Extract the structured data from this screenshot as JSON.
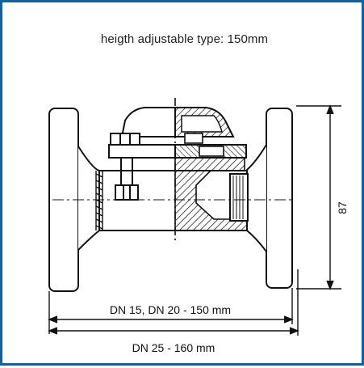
{
  "caption": "heigth adjustable type: 150mm",
  "dimensions": {
    "height": "87",
    "length_small": "DN 15, DN 20 - 150 mm",
    "length_large": "DN 25 - 160 mm"
  },
  "colors": {
    "frame_border": "#0b63a8",
    "line": "#111111"
  }
}
